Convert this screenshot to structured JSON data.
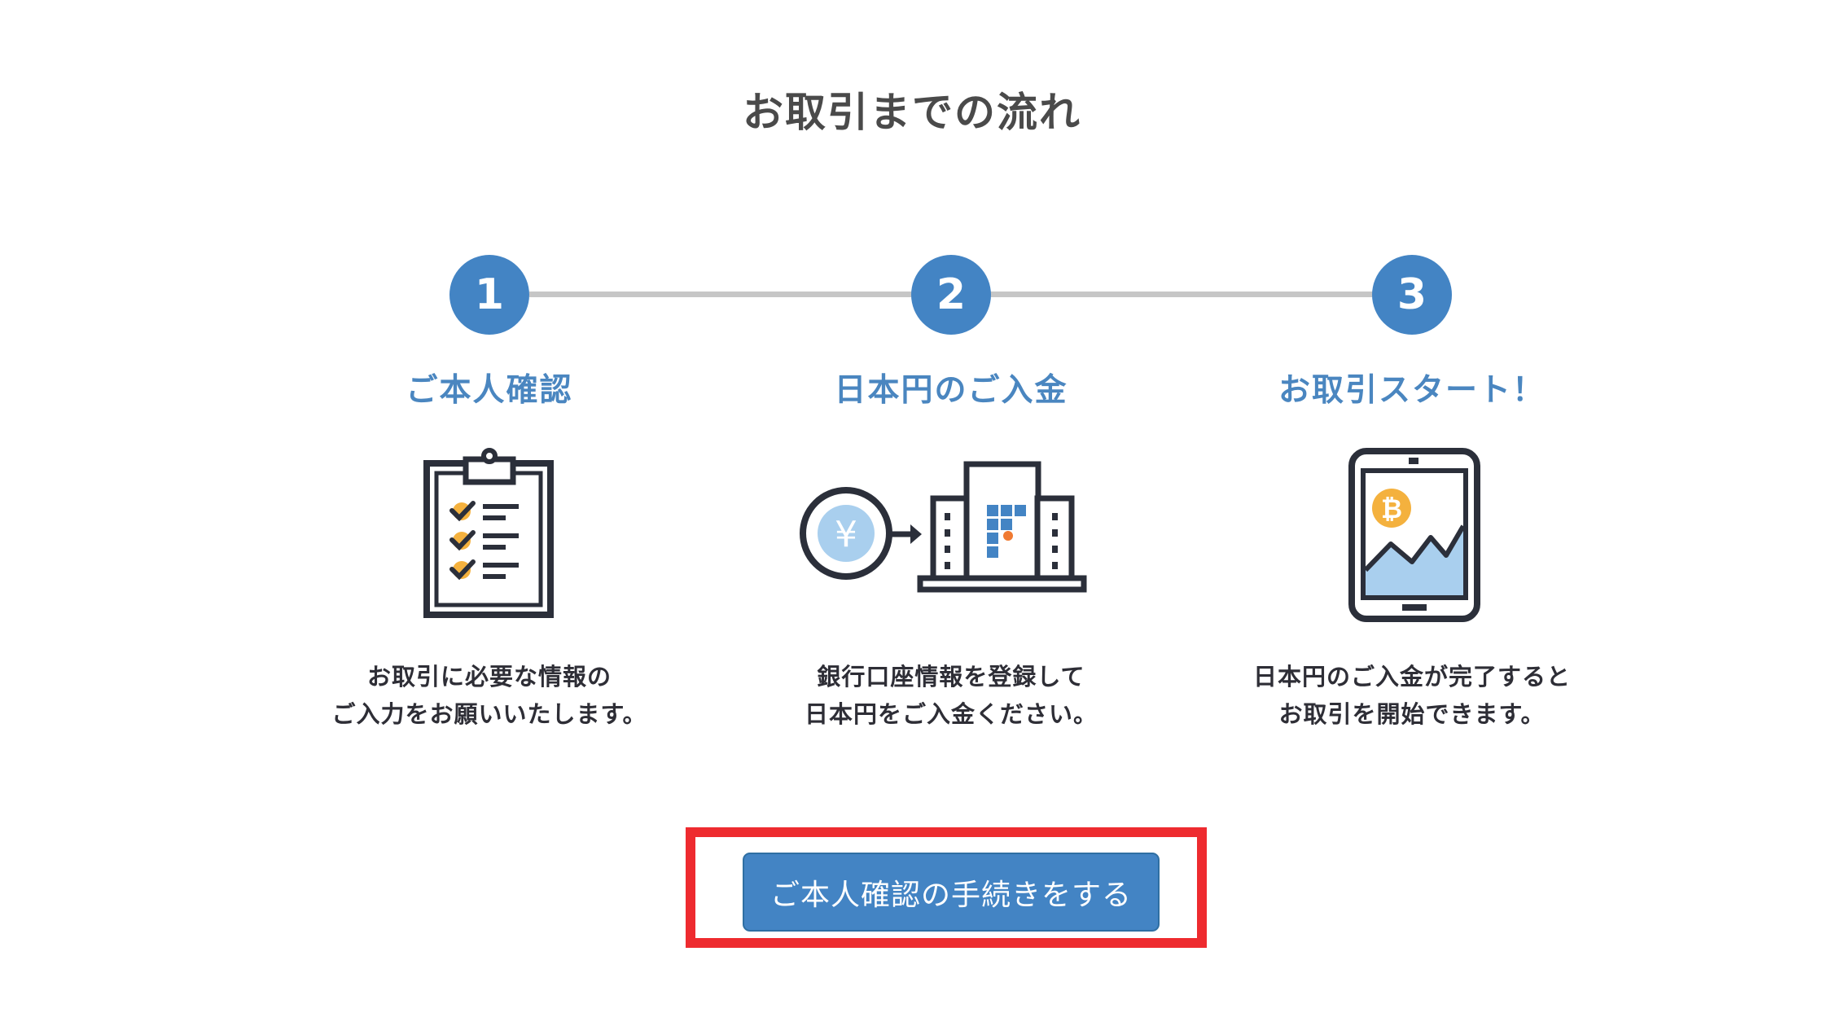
{
  "page": {
    "title": "お取引までの流れ"
  },
  "colors": {
    "accent": "#4384c4",
    "step_label": "#4a86c0",
    "connector": "#c6c6c6",
    "highlight": "#ee2b2f",
    "icon_dark": "#2b2f3a",
    "icon_yellow": "#f4b13e",
    "icon_light_blue": "#a9cfee",
    "icon_orange": "#f07a32"
  },
  "steps": [
    {
      "number": "1",
      "label": "ご本人確認",
      "icon": "clipboard-checklist-icon",
      "description": [
        "お取引に必要な情報の",
        "ご入力をお願いいたします。"
      ]
    },
    {
      "number": "2",
      "label": "日本円のご入金",
      "icon": "yen-to-bank-icon",
      "description": [
        "銀行口座情報を登録して",
        "日本円をご入金ください。"
      ]
    },
    {
      "number": "3",
      "label": "お取引スタート！",
      "icon": "tablet-bitcoin-chart-icon",
      "description": [
        "日本円のご入金が完了すると",
        "お取引を開始できます。"
      ]
    }
  ],
  "icons": {
    "yen_symbol": "¥",
    "bitcoin_symbol": "₿"
  },
  "cta": {
    "label": "ご本人確認の手続きをする"
  }
}
